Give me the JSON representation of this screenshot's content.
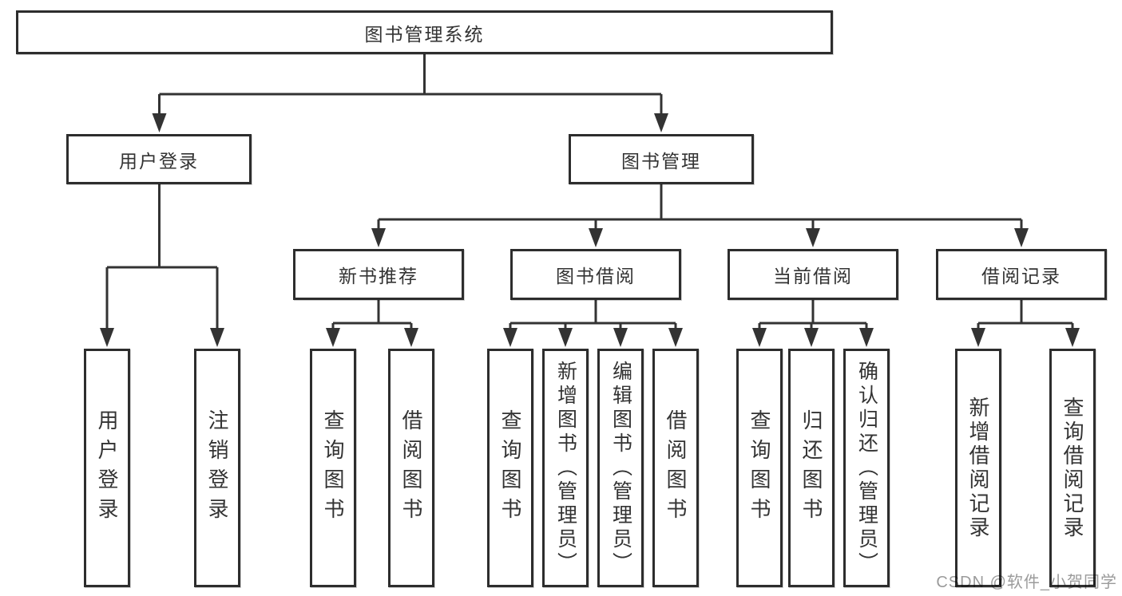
{
  "diagram": {
    "type": "hierarchy-structure-diagram",
    "nodes": {
      "root": "图书管理系统",
      "level2": [
        "用户登录",
        "图书管理"
      ],
      "level3": [
        "新书推荐",
        "图书借阅",
        "当前借阅",
        "借阅记录"
      ],
      "leaves_login": [
        "用户登录",
        "注销登录"
      ],
      "leaves_recommend": [
        "查询图书",
        "借阅图书"
      ],
      "leaves_borrow": [
        "查询图书",
        "新增图书（管理员）",
        "编辑图书（管理员）",
        "借阅图书"
      ],
      "leaves_current": [
        "查询图书",
        "归还图书",
        "确认归还（管理员）"
      ],
      "leaves_record": [
        "新增借阅记录",
        "查询借阅记录"
      ]
    },
    "edges": [
      {
        "from": "图书管理系统",
        "to": [
          "用户登录",
          "图书管理"
        ]
      },
      {
        "from": "用户登录",
        "to": [
          "用户登录",
          "注销登录"
        ]
      },
      {
        "from": "图书管理",
        "to": [
          "新书推荐",
          "图书借阅",
          "当前借阅",
          "借阅记录"
        ]
      },
      {
        "from": "新书推荐",
        "to": [
          "查询图书",
          "借阅图书"
        ]
      },
      {
        "from": "图书借阅",
        "to": [
          "查询图书",
          "新增图书（管理员）",
          "编辑图书（管理员）",
          "借阅图书"
        ]
      },
      {
        "from": "当前借阅",
        "to": [
          "查询图书",
          "归还图书",
          "确认归还（管理员）"
        ]
      },
      {
        "from": "借阅记录",
        "to": [
          "新增借阅记录",
          "查询借阅记录"
        ]
      }
    ],
    "watermark": "CSDN @软件_小贺同学",
    "colors": {
      "line": "#333333",
      "box_border": "#2d2d2d",
      "text": "#333333",
      "watermark": "#9b9b9b",
      "background": "#ffffff"
    }
  }
}
